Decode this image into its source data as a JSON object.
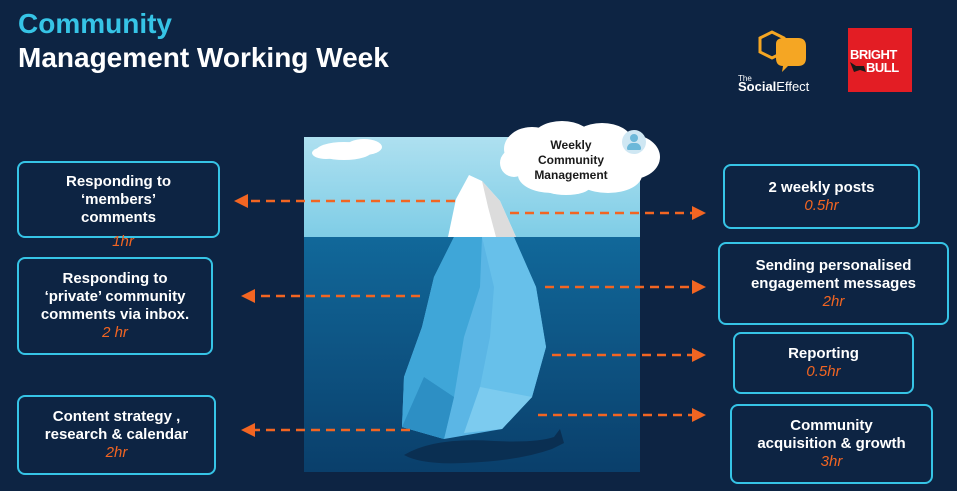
{
  "header": {
    "title_line1": "Community",
    "title_line2": "Management Working Week"
  },
  "logos": {
    "social_effect_small": "The",
    "social_effect_main_bold": "Social",
    "social_effect_main": "Effect",
    "bright_bull_line1": "BRIGHT",
    "bright_bull_line2": "BULL"
  },
  "bubble": {
    "text": "Weekly\nCommunity\nManagement",
    "icon": "user-icon"
  },
  "left_tasks": [
    {
      "label": "Responding to\n‘members’\ncomments",
      "hours": "1hr"
    },
    {
      "label": "Responding to\n‘private’ community\ncomments via inbox.",
      "hours": "2 hr"
    },
    {
      "label": "Content strategy ,\nresearch & calendar",
      "hours": "2hr"
    }
  ],
  "right_tasks": [
    {
      "label": "2 weekly posts",
      "hours": "0.5hr"
    },
    {
      "label": "Sending personalised\nengagement messages",
      "hours": "2hr"
    },
    {
      "label": "Reporting",
      "hours": "0.5hr"
    },
    {
      "label": "Community\nacquisition & growth",
      "hours": "3hr"
    }
  ],
  "colors": {
    "background": "#0d2443",
    "accent_cyan": "#36c4e6",
    "accent_orange": "#f26522",
    "brand_red": "#e31d24"
  }
}
